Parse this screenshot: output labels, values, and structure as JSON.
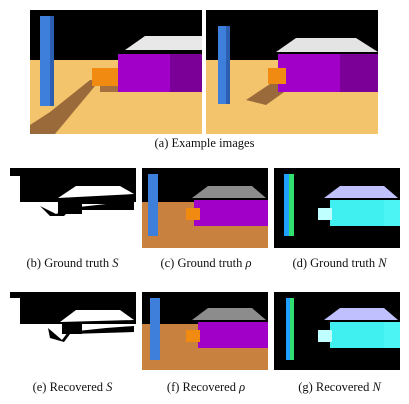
{
  "figure": {
    "top_caption": "(a)  Example images",
    "panels": [
      {
        "id": "b",
        "label": "(b)  Ground truth",
        "symbol": "S"
      },
      {
        "id": "c",
        "label": "(c)  Ground truth",
        "symbol": "ρ"
      },
      {
        "id": "d",
        "label": "(d)  Ground truth",
        "symbol": "N"
      },
      {
        "id": "e",
        "label": "(e)  Recovered",
        "symbol": "S"
      },
      {
        "id": "f",
        "label": "(f)  Recovered",
        "symbol": "ρ"
      },
      {
        "id": "g",
        "label": "(g)  Recovered",
        "symbol": "N"
      }
    ]
  },
  "colors": {
    "sky": "#000000",
    "ground_lit": "#f4c269",
    "ground_albedo": "#c8813f",
    "shadow": "#9a6a3a",
    "pillar": "#3f7fdc",
    "box": "#a000c8",
    "box_dark": "#7a0098",
    "roof": "#e8e8e8",
    "orange_block": "#f08a10",
    "normal_cyan": "#40f0f0",
    "normal_light": "#c0ffff"
  }
}
